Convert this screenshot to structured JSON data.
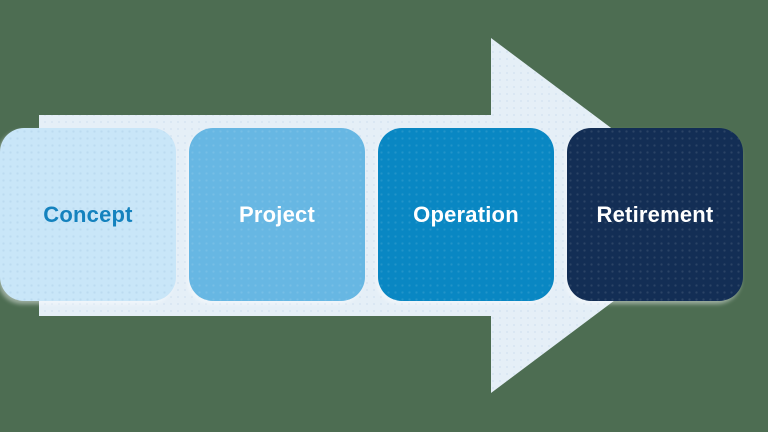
{
  "canvas": {
    "background_color": "#4d6d52"
  },
  "diagram": {
    "type": "process-lifecycle-arrow",
    "arrow": {
      "direction": "right",
      "color": "#e5eff7"
    },
    "stages": [
      {
        "label": "Concept",
        "box_color": "#c9e6f8",
        "text_color": "#1482be"
      },
      {
        "label": "Project",
        "box_color": "#67b7e3",
        "text_color": "#ffffff"
      },
      {
        "label": "Operation",
        "box_color": "#0987c3",
        "text_color": "#ffffff"
      },
      {
        "label": "Retirement",
        "box_color": "#132e55",
        "text_color": "#ffffff"
      }
    ]
  }
}
